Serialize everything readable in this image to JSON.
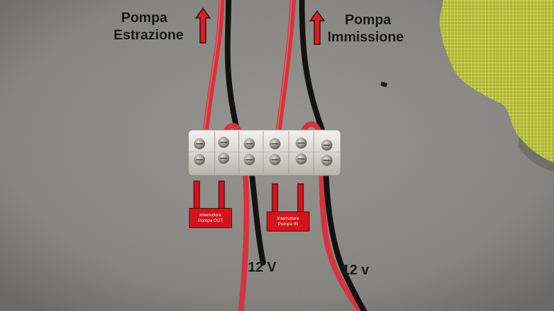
{
  "labels": {
    "pump_out": {
      "line1": "Pompa",
      "line2": "Estrazione"
    },
    "pump_in": {
      "line1": "Pompa",
      "line2": "Immissione"
    },
    "voltage_left": "12 V",
    "voltage_right": "12 v",
    "switch_out": {
      "line1": "Interruttore",
      "line2": "Pompa OUT"
    },
    "switch_in": {
      "line1": "Interruttore",
      "line2": "Pompa IN"
    }
  },
  "colors": {
    "wire_red": "#d8323c",
    "wire_black": "#121212",
    "arrow_red": "#d91f26",
    "switch_red": "#d4141b",
    "board": "#8e8d89",
    "cloth": "#c9d24a"
  }
}
